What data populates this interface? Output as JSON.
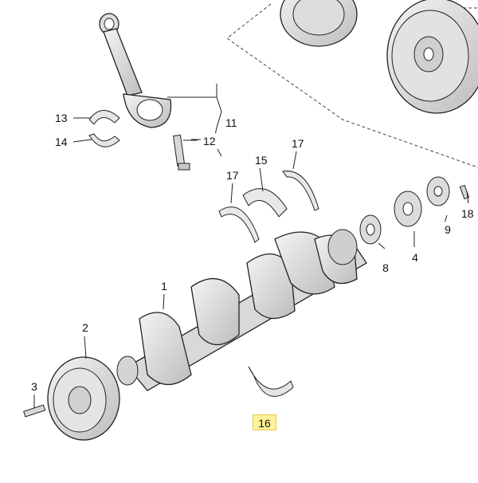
{
  "diagram": {
    "callouts": [
      {
        "id": "c13",
        "text": "13"
      },
      {
        "id": "c14",
        "text": "14"
      },
      {
        "id": "c11",
        "text": "11"
      },
      {
        "id": "c12",
        "text": "12"
      },
      {
        "id": "c17a",
        "text": "17"
      },
      {
        "id": "c15",
        "text": "15"
      },
      {
        "id": "c17b",
        "text": "17"
      },
      {
        "id": "c18",
        "text": "18"
      },
      {
        "id": "c9",
        "text": "9"
      },
      {
        "id": "c4",
        "text": "4"
      },
      {
        "id": "c8",
        "text": "8"
      },
      {
        "id": "c1",
        "text": "1"
      },
      {
        "id": "c2",
        "text": "2"
      },
      {
        "id": "c3",
        "text": "3"
      },
      {
        "id": "c16",
        "text": "16"
      }
    ],
    "highlighted": "16",
    "colors": {
      "highlight_fill": "#fff39a",
      "line": "#222222",
      "part_fill": "#e9e9e9"
    }
  }
}
